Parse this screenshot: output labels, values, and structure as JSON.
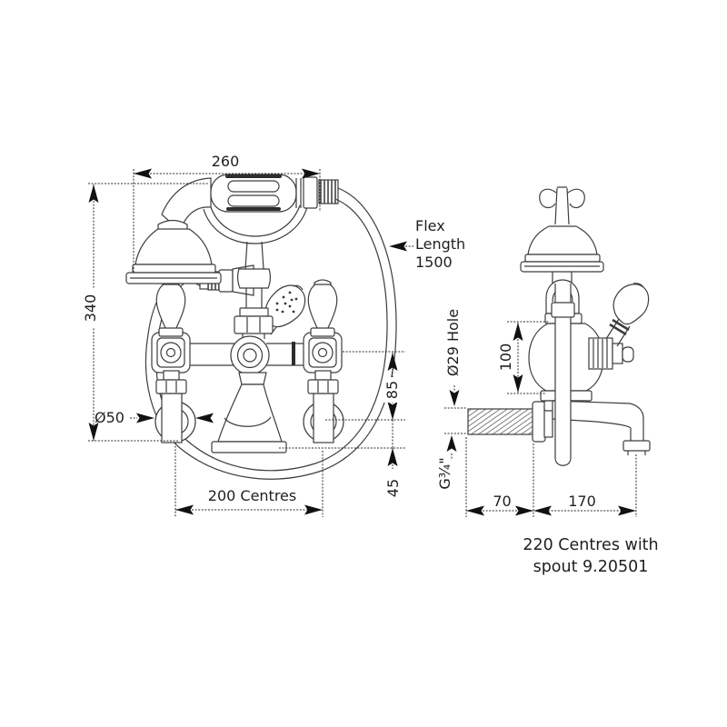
{
  "labels": {
    "front": {
      "width": "260",
      "height": "340",
      "flex": "Flex\nLength\n1500",
      "dia50": "Ø50",
      "dim85": "85",
      "dim45": "45",
      "centres": "200 Centres"
    },
    "side": {
      "hole": "Ø29 Hole",
      "dim100": "100",
      "thread": "G¾\"",
      "dim70": "70",
      "dim170": "170",
      "note": "220 Centres with\nspout 9.20501"
    }
  }
}
